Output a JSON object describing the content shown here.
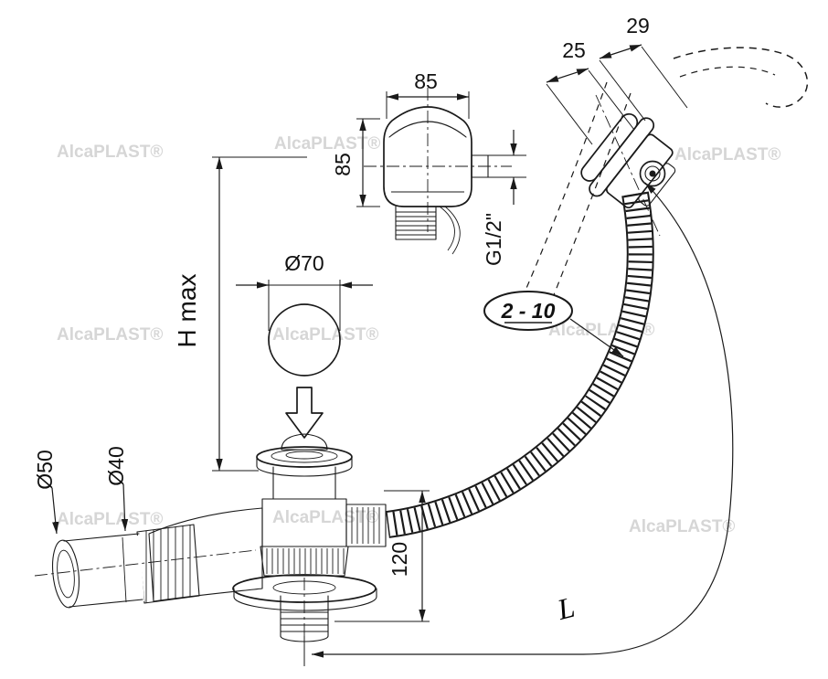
{
  "diagram": {
    "type": "technical-drawing",
    "subject": "Bath waste and overflow set with flexible hose and control head",
    "watermark": {
      "alca": "Alca",
      "plast": "PLAST®"
    },
    "labels": {
      "head_width": "85",
      "head_height": "85",
      "rim_offset_outer": "29",
      "rim_offset_inner": "25",
      "thread_size": "G1/2\"",
      "wall_range": "2 - 10",
      "plug_diameter": "Ø70",
      "height_max": "H max",
      "outlet_outer": "Ø50",
      "outlet_inner": "Ø40",
      "body_height": "120",
      "hose_length": "L"
    },
    "colors": {
      "line": "#1a1a1a",
      "watermark": "#d6d6d6",
      "background": "#ffffff"
    }
  }
}
